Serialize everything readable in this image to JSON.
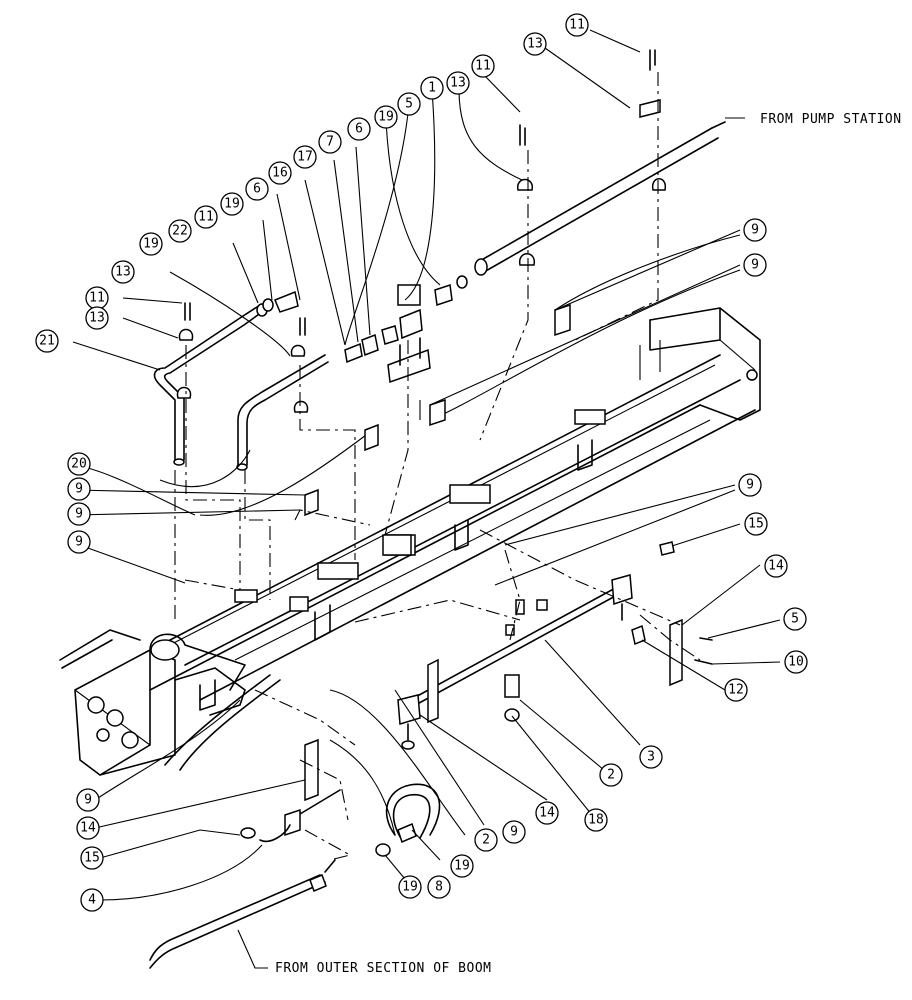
{
  "labels": {
    "from_pump_station": "FROM PUMP STATION",
    "from_outer_section": "FROM OUTER SECTION OF BOOM"
  },
  "callouts": [
    {
      "id": "c11a",
      "text": "11"
    },
    {
      "id": "c13a",
      "text": "13"
    },
    {
      "id": "c11b",
      "text": "11"
    },
    {
      "id": "c13b",
      "text": "13"
    },
    {
      "id": "c1",
      "text": "1"
    },
    {
      "id": "c5a",
      "text": "5"
    },
    {
      "id": "c19a",
      "text": "19"
    },
    {
      "id": "c6a",
      "text": "6"
    },
    {
      "id": "c7",
      "text": "7"
    },
    {
      "id": "c17",
      "text": "17"
    },
    {
      "id": "c16",
      "text": "16"
    },
    {
      "id": "c6b",
      "text": "6"
    },
    {
      "id": "c19b",
      "text": "19"
    },
    {
      "id": "c11c",
      "text": "11"
    },
    {
      "id": "c22",
      "text": "22"
    },
    {
      "id": "c19c",
      "text": "19"
    },
    {
      "id": "c13c",
      "text": "13"
    },
    {
      "id": "c11d",
      "text": "11"
    },
    {
      "id": "c13d",
      "text": "13"
    },
    {
      "id": "c21",
      "text": "21"
    },
    {
      "id": "c9a",
      "text": "9"
    },
    {
      "id": "c9b",
      "text": "9"
    },
    {
      "id": "c20",
      "text": "20"
    },
    {
      "id": "c9c",
      "text": "9"
    },
    {
      "id": "c9d",
      "text": "9"
    },
    {
      "id": "c9e",
      "text": "9"
    },
    {
      "id": "c9f",
      "text": "9"
    },
    {
      "id": "c15a",
      "text": "15"
    },
    {
      "id": "c14a",
      "text": "14"
    },
    {
      "id": "c5b",
      "text": "5"
    },
    {
      "id": "c10",
      "text": "10"
    },
    {
      "id": "c12",
      "text": "12"
    },
    {
      "id": "c3",
      "text": "3"
    },
    {
      "id": "c2a",
      "text": "2"
    },
    {
      "id": "c18",
      "text": "18"
    },
    {
      "id": "c14b",
      "text": "14"
    },
    {
      "id": "c9g",
      "text": "9"
    },
    {
      "id": "c2b",
      "text": "2"
    },
    {
      "id": "c19d",
      "text": "19"
    },
    {
      "id": "c8",
      "text": "8"
    },
    {
      "id": "c19e",
      "text": "19"
    },
    {
      "id": "c9h",
      "text": "9"
    },
    {
      "id": "c14c",
      "text": "14"
    },
    {
      "id": "c15b",
      "text": "15"
    },
    {
      "id": "c4",
      "text": "4"
    }
  ]
}
